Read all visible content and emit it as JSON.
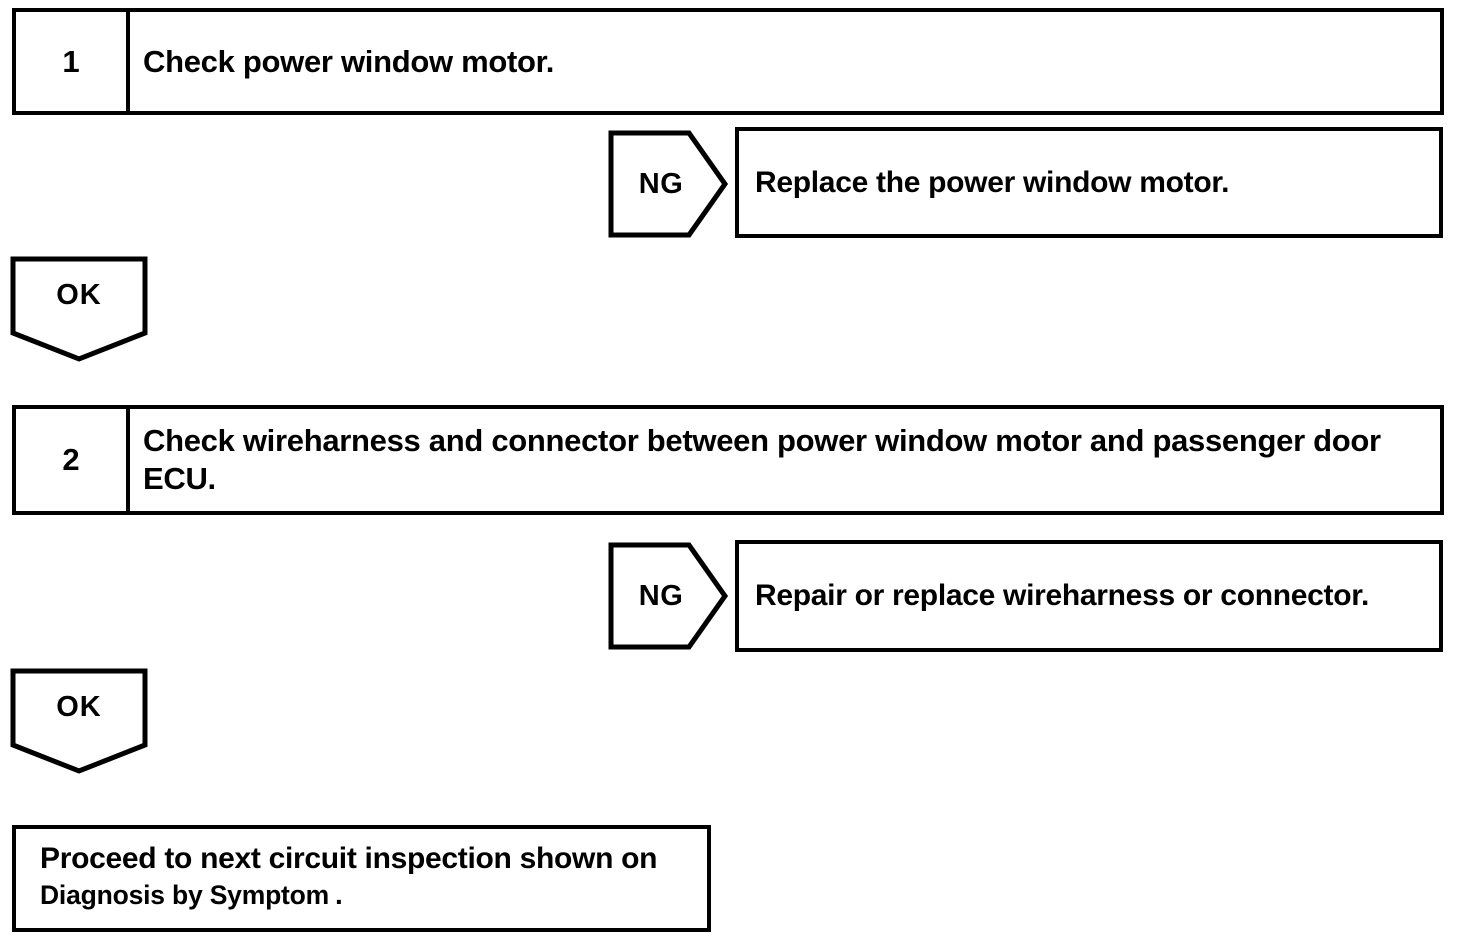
{
  "labels": {
    "ng": "NG",
    "ok": "OK"
  },
  "steps": [
    {
      "number": "1",
      "instruction": "Check power window motor.",
      "ng_action": "Replace the power window motor."
    },
    {
      "number": "2",
      "instruction": "Check wireharness and connector between power window motor and passenger door ECU.",
      "ng_action": "Repair or replace wireharness or connector."
    }
  ],
  "final": {
    "line1": "Proceed to next circuit inspection shown on",
    "reference": "Diagnosis by Symptom",
    "period": "."
  },
  "colors": {
    "line": "#000000",
    "background": "#ffffff"
  }
}
